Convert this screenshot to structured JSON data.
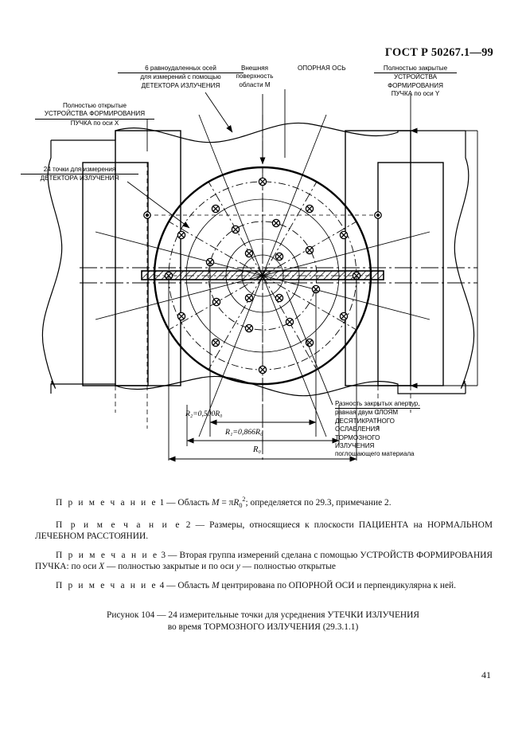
{
  "document": {
    "standard_header": "ГОСТ Р 50267.1—99",
    "page_number": "41"
  },
  "figure": {
    "labels": {
      "six_axes_line1": "6 равноудаленных осей",
      "six_axes_line2": "для измерений с помощью",
      "six_axes_line3": "ДЕТЕКТОРА ИЗЛУЧЕНИЯ",
      "outer_surface_line1": "Внешняя",
      "outer_surface_line2": "поверхность",
      "outer_surface_line3": "области M",
      "reference_axis": "ОПОРНАЯ ОСЬ",
      "closed_y_line1": "Полностью закрытые",
      "closed_y_line2": "УСТРОЙСТВА",
      "closed_y_line3": "ФОРМИРОВАНИЯ",
      "closed_y_line4": "ПУЧКА по оси Y",
      "open_x_line1": "Полностью открытые",
      "open_x_line2": "УСТРОЙСТВА ФОРМИРОВАНИЯ",
      "open_x_line3": "ПУЧКА по оси X",
      "points_line1": "24 точки для измерения",
      "points_line2": "ДЕТЕКТОРА ИЗЛУЧЕНИЯ",
      "aperture_line1": "Разность закрытых апертур,",
      "aperture_line2": "равная двум СЛОЯМ",
      "aperture_line3": "ДЕСЯТИКРАТНОГО",
      "aperture_line4": "ОСЛАБЛЕНИЯ",
      "aperture_line5": "ТОРМОЗНОГО",
      "aperture_line6": "ИЗЛУЧЕНИЯ",
      "aperture_line7": "поглощающего материала"
    },
    "dimensions": {
      "r2": "R₂=0,500R₀",
      "r1": "R₁=0,866R₀",
      "r0": "R₀"
    },
    "geometry": {
      "radius_r0_ratio": 1.0,
      "radius_r1_ratio": 0.866,
      "radius_r2_ratio": 0.5,
      "number_of_axes": 12,
      "number_of_points": 24
    }
  },
  "notes": [
    {
      "label": "П р и м е ч а н и е",
      "number": "1",
      "text_before": "— Область ",
      "italic1": "M",
      "text_mid": " = π",
      "italic2": "R",
      "sub": "0",
      "sup": "2",
      "text_after": "; определяется по 29.3, примечание 2."
    },
    {
      "label": "П р и м е ч а н и е",
      "number": "2",
      "text": "— Размеры, относящиеся к плоскости ПАЦИЕНТА на НОРМАЛЬНОМ ЛЕЧЕБНОМ РАССТОЯНИИ."
    },
    {
      "label": "П р и м е ч а н и е",
      "number": "3",
      "text_a": "— Вторая группа измерений сделана с помощью УСТРОЙСТВ  ФОРМИРОВАНИЯ ПУЧКА: по оси ",
      "italic_x": "X",
      "text_b": " — полностью закрытые и по оси ",
      "italic_y": "y",
      "text_c": " — полностью открытые"
    },
    {
      "label": "П р и м е ч а н и е",
      "number": "4",
      "text_a": "— Область ",
      "italic_m": "M",
      "text_b": " центрирована по ОПОРНОЙ ОСИ и перпендикулярна к ней."
    }
  ],
  "caption": {
    "line1": "Рисунок 104 — 24 измерительные точки для усреднения УТЕЧКИ ИЗЛУЧЕНИЯ",
    "line2": "во время ТОРМОЗНОГО ИЗЛУЧЕНИЯ (29.3.1.1)"
  },
  "colors": {
    "ink": "#000000",
    "paper": "#ffffff"
  }
}
